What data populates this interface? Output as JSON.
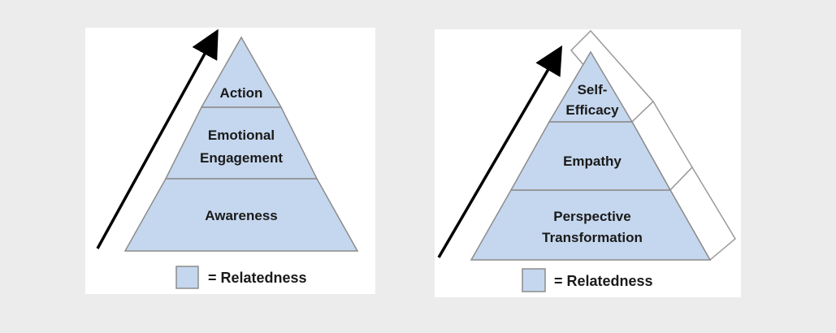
{
  "left_diagram": {
    "tiers": {
      "top": "Action",
      "middle_line1": "Emotional",
      "middle_line2": "Engagement",
      "bottom": "Awareness"
    },
    "legend": "= Relatedness"
  },
  "right_diagram": {
    "tiers": {
      "top_line1": "Self-",
      "top_line2": "Efficacy",
      "middle": "Empathy",
      "bottom_line1": "Perspective",
      "bottom_line2": "Transformation"
    },
    "legend": "= Relatedness"
  },
  "colors": {
    "tier_fill": "#c5d7ee",
    "tier_stroke": "#8c8c8c",
    "background": "#ececec",
    "panel": "#ffffff",
    "arrow": "#000000"
  }
}
